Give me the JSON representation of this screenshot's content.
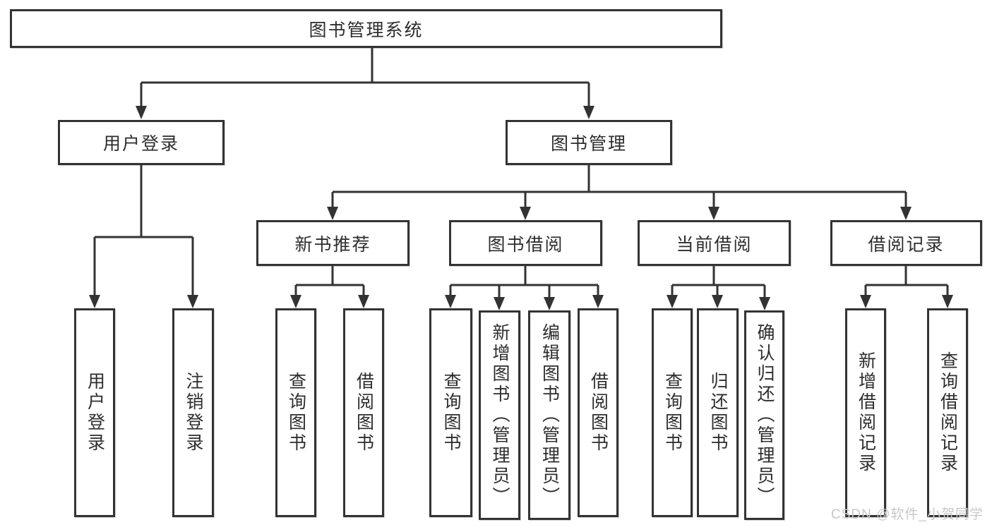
{
  "tree": {
    "root": {
      "label": "图书管理系统"
    },
    "children": [
      {
        "label": "用户登录",
        "children": [
          {
            "label": "用户登录"
          },
          {
            "label": "注销登录"
          }
        ]
      },
      {
        "label": "图书管理",
        "children": [
          {
            "label": "新书推荐",
            "children": [
              {
                "label": "查询图书"
              },
              {
                "label": "借阅图书"
              }
            ]
          },
          {
            "label": "图书借阅",
            "children": [
              {
                "label": "查询图书"
              },
              {
                "label": "新增图书（管理员）"
              },
              {
                "label": "编辑图书（管理员）"
              },
              {
                "label": "借阅图书"
              }
            ]
          },
          {
            "label": "当前借阅",
            "children": [
              {
                "label": "查询图书"
              },
              {
                "label": "归还图书"
              },
              {
                "label": "确认归还（管理员）"
              }
            ]
          },
          {
            "label": "借阅记录",
            "children": [
              {
                "label": "新增借阅记录"
              },
              {
                "label": "查询借阅记录"
              }
            ]
          }
        ]
      }
    ]
  },
  "watermark": {
    "text": "CSDN @软件_小贺同学",
    "color": "#c8c8c8"
  },
  "colors": {
    "background": "#ffffff",
    "box_fill": "#ffffff",
    "box_border": "#333333",
    "connector": "#333333",
    "text": "#2d2d2d"
  }
}
